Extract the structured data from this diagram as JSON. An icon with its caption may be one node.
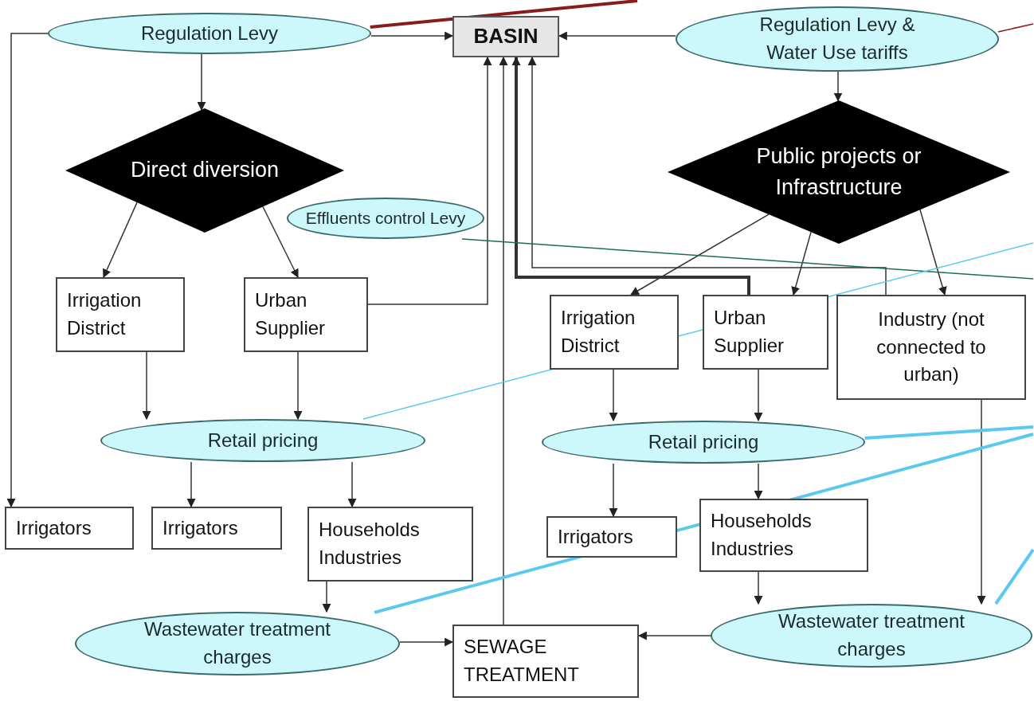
{
  "diagram": {
    "nodes": [
      {
        "text": [
          "BASIN"
        ]
      },
      {
        "text": [
          "Regulation Levy"
        ]
      },
      {
        "text": [
          "Regulation Levy & Water Use tariffs"
        ]
      },
      {
        "text": [
          "Direct diversion"
        ]
      },
      {
        "text": [
          "Effluents control Levy"
        ]
      },
      {
        "text": [
          "Public projects or Infrastructure"
        ]
      },
      {
        "text": [
          "Irrigation District"
        ]
      },
      {
        "text": [
          "Urban Supplier"
        ]
      },
      {
        "text": [
          "Irrigation District"
        ]
      },
      {
        "text": [
          "Urban Supplier"
        ]
      },
      {
        "text": [
          "Industry (not connected to urban)"
        ]
      },
      {
        "text": [
          "Retail pricing"
        ]
      },
      {
        "text": [
          "Retail pricing"
        ]
      },
      {
        "text": [
          "Irrigators"
        ]
      },
      {
        "text": [
          "Irrigators"
        ]
      },
      {
        "text": [
          "Households Industries"
        ]
      },
      {
        "text": [
          "Irrigators"
        ]
      },
      {
        "text": [
          "Households Industries"
        ]
      },
      {
        "text": [
          "Wastewater treatment charges"
        ]
      },
      {
        "text": [
          "SEWAGE TREATMENT"
        ]
      },
      {
        "text": [
          "Wastewater treatment charges"
        ]
      }
    ],
    "edges": [
      {
        "from": 1,
        "to": 0,
        "arrow": "to"
      },
      {
        "from": 2,
        "to": 0,
        "arrow": "to"
      },
      {
        "from": 1,
        "to": 3,
        "arrow": "to"
      },
      {
        "from": 1,
        "to": 13,
        "arrow": "to"
      },
      {
        "from": 2,
        "to": 5,
        "arrow": "to"
      },
      {
        "from": 3,
        "to": 6,
        "arrow": "to"
      },
      {
        "from": 3,
        "to": 7,
        "arrow": "to"
      },
      {
        "from": 7,
        "to": 0,
        "arrow": "to"
      },
      {
        "from": 19,
        "to": 0,
        "arrow": "to"
      },
      {
        "from": 9,
        "to": 0,
        "arrow": "to",
        "style": "thick"
      },
      {
        "from": 10,
        "to": 0,
        "arrow": "to"
      },
      {
        "from": 5,
        "to": 8,
        "arrow": "to"
      },
      {
        "from": 5,
        "to": 9,
        "arrow": "to"
      },
      {
        "from": 5,
        "to": 10,
        "arrow": "to"
      },
      {
        "from": 6,
        "to": 11,
        "arrow": "to"
      },
      {
        "from": 7,
        "to": 11,
        "arrow": "to"
      },
      {
        "from": 8,
        "to": 12,
        "arrow": "to"
      },
      {
        "from": 9,
        "to": 12,
        "arrow": "to"
      },
      {
        "from": 11,
        "to": 14,
        "arrow": "to"
      },
      {
        "from": 11,
        "to": 15,
        "arrow": "to"
      },
      {
        "from": 12,
        "to": 16,
        "arrow": "to"
      },
      {
        "from": 12,
        "to": 17,
        "arrow": "to"
      },
      {
        "from": 15,
        "to": 18,
        "arrow": "to"
      },
      {
        "from": 17,
        "to": 20,
        "arrow": "to"
      },
      {
        "from": 10,
        "to": 20,
        "arrow": "to"
      },
      {
        "from": 18,
        "to": 19,
        "arrow": "to"
      },
      {
        "from": 20,
        "to": 19,
        "arrow": "to"
      },
      {
        "from": 1,
        "to": null,
        "arrow": "none",
        "color": "#8b1a1a",
        "style": "thick"
      },
      {
        "from": 2,
        "to": null,
        "arrow": "none",
        "color": "#8b1a1a"
      },
      {
        "from": 4,
        "to": null,
        "arrow": "none",
        "color": "#1f6e4a"
      },
      {
        "from": 11,
        "to": null,
        "arrow": "none",
        "color": "#5bc8f0"
      },
      {
        "from": 12,
        "to": null,
        "arrow": "none",
        "color": "#5bc8f0",
        "style": "thick"
      },
      {
        "from": 18,
        "to": null,
        "arrow": "none",
        "color": "#5bc8f0",
        "style": "thick"
      },
      {
        "from": 20,
        "to": null,
        "arrow": "none",
        "color": "#5bc8f0",
        "style": "thick"
      }
    ]
  }
}
